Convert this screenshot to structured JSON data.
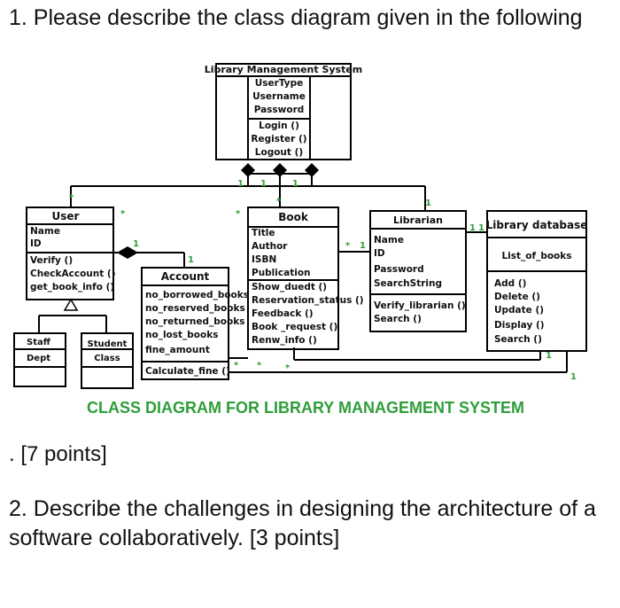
{
  "question1": {
    "text": "1. Please describe the class diagram given in the following",
    "points": ". [7 points]"
  },
  "question2": {
    "text": "2. Describe the challenges in designing the architecture of a software collaboratively. [3 points]"
  },
  "diagram": {
    "caption": "CLASS DIAGRAM FOR LIBRARY MANAGEMENT SYSTEM",
    "caption_color": "#2e9e3a",
    "classes": {
      "lms": {
        "name": "Library Management System",
        "attributes": [
          "UserType",
          "Username",
          "Password"
        ],
        "methods": [
          "Login ()",
          "Register ()",
          "Logout ()"
        ]
      },
      "user": {
        "name": "User",
        "attributes": [
          "Name",
          "ID"
        ],
        "methods": [
          "Verify ()",
          "CheckAccount ()",
          "get_book_info ()"
        ]
      },
      "book": {
        "name": "Book",
        "attributes": [
          "Title",
          "Author",
          "ISBN",
          "Publication"
        ],
        "methods": [
          "Show_duedt ()",
          "Reservation_status ()",
          "Feedback ()",
          "Book _request ()",
          "Renw_info ()"
        ]
      },
      "librarian": {
        "name": "Librarian",
        "attributes": [
          "Name",
          "ID",
          "Password",
          "SearchString"
        ],
        "methods": [
          "Verify_librarian ()",
          "Search ()"
        ]
      },
      "database": {
        "name": "Library database",
        "attributes": [
          "List_of_books"
        ],
        "methods": [
          "Add ()",
          "Delete ()",
          "Update ()",
          "Display ()",
          "Search ()"
        ]
      },
      "account": {
        "name": "Account",
        "attributes": [
          "no_borrowed_books",
          "no_reserved_books",
          "no_returned_books",
          "no_lost_books",
          "fine_amount"
        ],
        "methods": [
          "Calculate_fine ()"
        ]
      },
      "staff": {
        "name": "Staff",
        "attributes": [
          "Dept"
        ]
      },
      "student": {
        "name": "Student",
        "attributes": [
          "Class"
        ]
      }
    },
    "multiplicity": {
      "one": "1",
      "many": "*"
    }
  }
}
